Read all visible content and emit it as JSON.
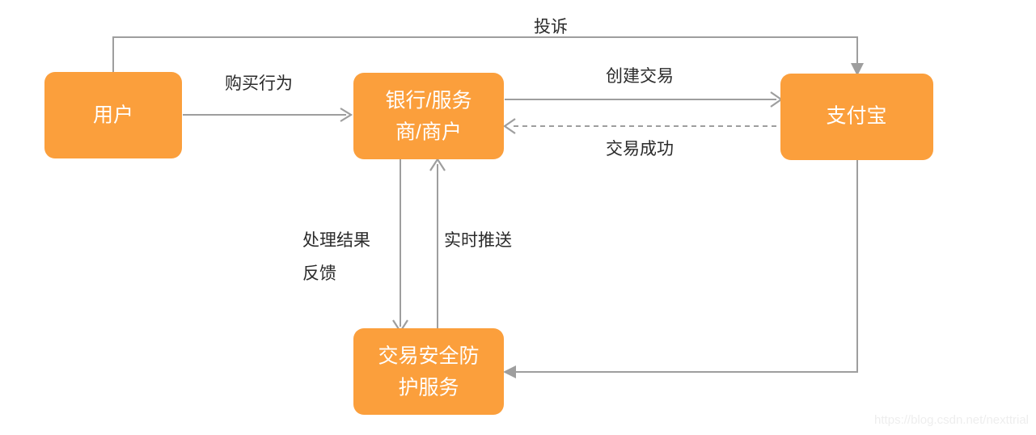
{
  "diagram": {
    "type": "flowchart",
    "background_color": "#ffffff",
    "node_fill_color": "#fb9f3c",
    "node_text_color": "#ffffff",
    "edge_color": "#9e9e9e",
    "edge_label_color": "#2b2b2b",
    "nodes": [
      {
        "id": "user",
        "lines": [
          "用户"
        ],
        "line1": "用户",
        "line2": ""
      },
      {
        "id": "bank",
        "lines": [
          "银行/服务",
          "商/商户"
        ],
        "line1": "银行/服务",
        "line2": "商/商户"
      },
      {
        "id": "alipay",
        "lines": [
          "支付宝"
        ],
        "line1": "支付宝",
        "line2": ""
      },
      {
        "id": "security",
        "lines": [
          "交易安全防",
          "护服务"
        ],
        "line1": "交易安全防",
        "line2": "护服务"
      }
    ],
    "edges": [
      {
        "id": "complaint",
        "label": "投诉",
        "from": "user",
        "to": "alipay",
        "style": "solid",
        "arrow": "open"
      },
      {
        "id": "purchase",
        "label": "购买行为",
        "from": "user",
        "to": "bank",
        "style": "solid",
        "arrow": "open"
      },
      {
        "id": "create-trade",
        "label": "创建交易",
        "from": "bank",
        "to": "alipay",
        "style": "solid",
        "arrow": "open"
      },
      {
        "id": "trade-success",
        "label": "交易成功",
        "from": "alipay",
        "to": "bank",
        "style": "dashed",
        "arrow": "open"
      },
      {
        "id": "result-feedback",
        "label_line1": "处理结果",
        "label_line2": "反馈",
        "from": "bank",
        "to": "security",
        "style": "solid",
        "arrow": "open"
      },
      {
        "id": "realtime-push",
        "label": "实时推送",
        "from": "security",
        "to": "bank",
        "style": "solid",
        "arrow": "open"
      },
      {
        "id": "alipay-to-security",
        "label": "",
        "from": "alipay",
        "to": "security",
        "style": "solid",
        "arrow": "filled"
      }
    ]
  },
  "watermark": {
    "text": "https://blog.csdn.net/nexttrial"
  }
}
